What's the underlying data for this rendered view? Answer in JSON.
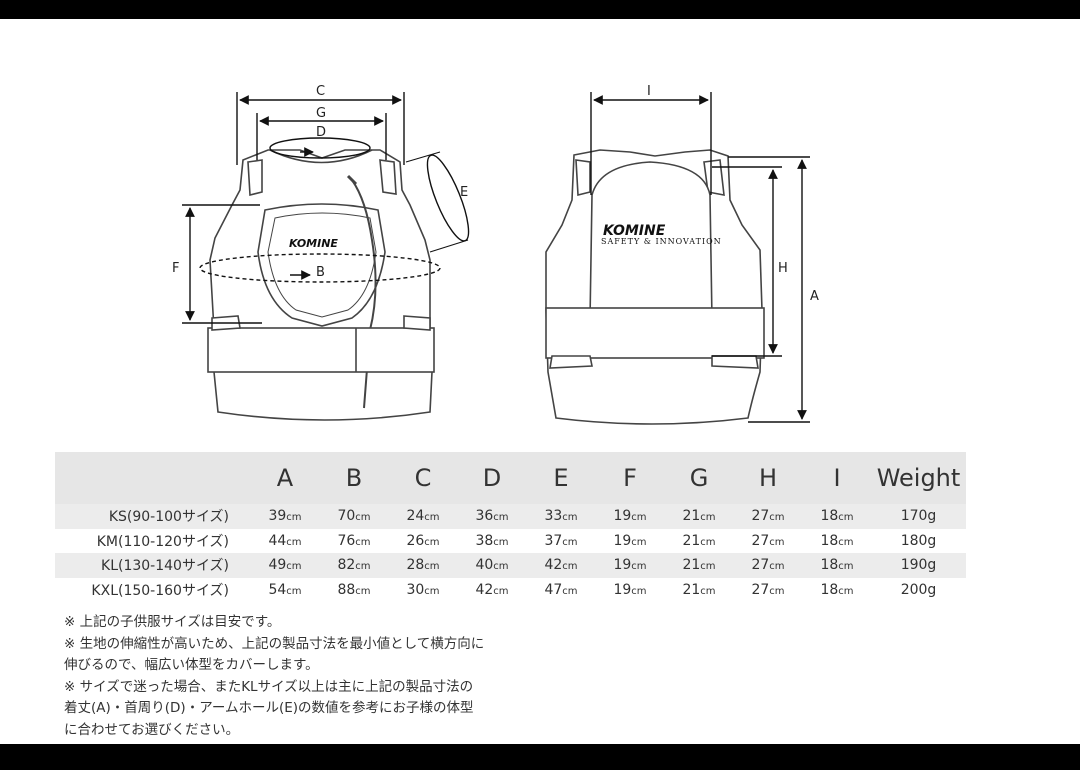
{
  "diagram": {
    "front_labels": [
      "C",
      "G",
      "D",
      "E",
      "F",
      "B"
    ],
    "back_labels": [
      "I",
      "H",
      "A"
    ],
    "logo_text": "KOMINE",
    "logo_tagline": "SAFETY & INNOVATION"
  },
  "table": {
    "headers": [
      "",
      "A",
      "B",
      "C",
      "D",
      "E",
      "F",
      "G",
      "H",
      "I",
      "Weight"
    ],
    "unit": "cm",
    "rows": [
      {
        "size": "KS(90-100サイズ)",
        "values": [
          "39",
          "70",
          "24",
          "36",
          "33",
          "19",
          "21",
          "27",
          "18"
        ],
        "weight": "170g"
      },
      {
        "size": "KM(110-120サイズ)",
        "values": [
          "44",
          "76",
          "26",
          "38",
          "37",
          "19",
          "21",
          "27",
          "18"
        ],
        "weight": "180g"
      },
      {
        "size": "KL(130-140サイズ)",
        "values": [
          "49",
          "82",
          "28",
          "40",
          "42",
          "19",
          "21",
          "27",
          "18"
        ],
        "weight": "190g"
      },
      {
        "size": "KXL(150-160サイズ)",
        "values": [
          "54",
          "88",
          "30",
          "42",
          "47",
          "19",
          "21",
          "27",
          "18"
        ],
        "weight": "200g"
      }
    ]
  },
  "notes": [
    "※ 上記の子供服サイズは目安です。",
    "※ 生地の伸縮性が高いため、上記の製品寸法を最小値として横方向に",
    "伸びるので、幅広い体型をカバーします。",
    "※ サイズで迷った場合、またKLサイズ以上は主に上記の製品寸法の",
    "着丈(A)・首周り(D)・アームホール(E)の数値を参考にお子様の体型",
    "に合わせてお選びください。"
  ]
}
